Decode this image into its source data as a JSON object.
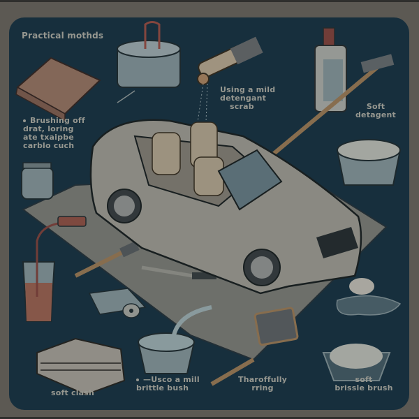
{
  "infographic": {
    "title": "Practical mothds",
    "labels": {
      "brushing": [
        "Brushing off",
        "drat, loring",
        "ate txaipbe",
        "carblo cuch"
      ],
      "mild_detergent": [
        "Using a mild",
        "detengant",
        "scrab"
      ],
      "soft_detergent": [
        "Soft",
        "detagent"
      ],
      "soft_cloth": "soft clash",
      "mill_brush": [
        "—Usco a mill",
        "brittle bush"
      ],
      "tharoffully": [
        "Tharoffully",
        "rring"
      ],
      "soft_bristle": [
        "soft",
        "brissle brush"
      ]
    },
    "colors": {
      "frame": "#716d66",
      "panel": "#1d3a4b",
      "text": "#b7b9b0",
      "car_body": "#a9a89f",
      "mat": "#8b8d86",
      "wood": "#a58660",
      "accent_red": "#a2564c"
    },
    "objects": [
      "folded-towel",
      "bucket",
      "scrub-brush",
      "detergent-bottle",
      "long-handle-brush",
      "detergent-bowl",
      "jar",
      "glass-with-straw",
      "convertible-car",
      "mat",
      "hand-brush",
      "toothbrush",
      "cloth",
      "roll",
      "folded-cloth",
      "water-bowl",
      "hair-brush",
      "foam-bowl",
      "sponge-puddle"
    ]
  }
}
